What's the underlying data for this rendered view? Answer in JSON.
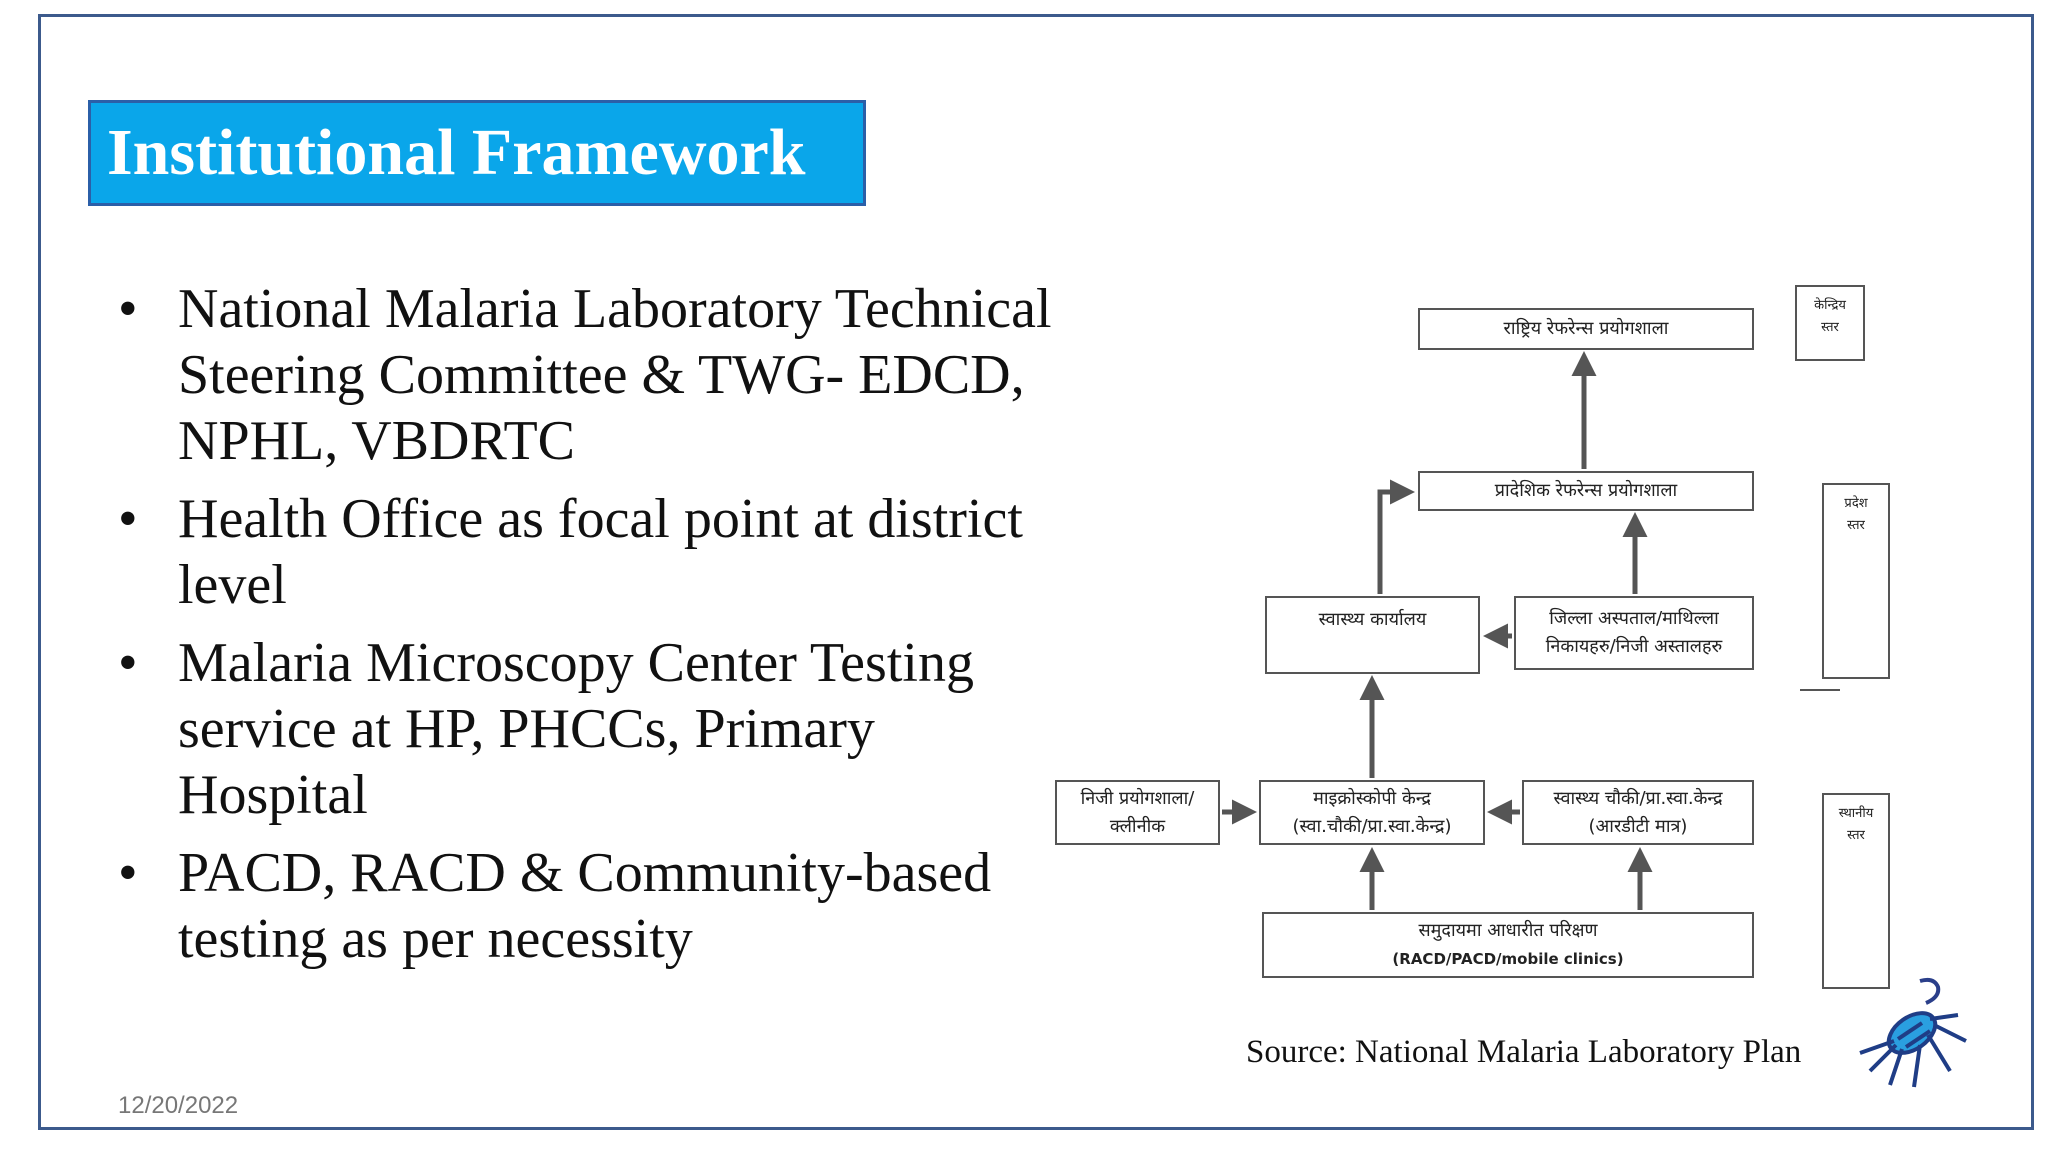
{
  "slide": {
    "title": "Institutional Framework",
    "bullets": [
      "National Malaria Laboratory Technical Steering Committee & TWG- EDCD, NPHL, VBDRTC",
      "Health Office as focal point at district level",
      "Malaria Microscopy Center Testing service at HP, PHCCs, Primary Hospital",
      "PACD, RACD & Community-based testing as per necessity"
    ],
    "bullet_symbol": "•",
    "date": "12/20/2022",
    "source": "Source: National Malaria Laboratory Plan"
  },
  "diagram": {
    "national_ref_lab": "राष्ट्रिय रेफरेन्स प्रयोगशाला",
    "provincial_ref_lab": "प्रादेशिक रेफरेन्स प्रयोगशाला",
    "health_office": "स्वास्थ्य कार्यालय",
    "district_hospital_line1": "जिल्ला अस्पताल/माथिल्ला",
    "district_hospital_line2": "निकायहरु/निजी अस्तालहरु",
    "private_lab_line1": "निजी प्रयोगशाला/",
    "private_lab_line2": "क्लीनीक",
    "microscopy_line1": "माइक्रोस्कोपी केन्द्र",
    "microscopy_line2": "(स्वा.चौकी/प्रा.स्वा.केन्द्र)",
    "health_post_line1": "स्वास्थ्य चौकी/प्रा.स्वा.केन्द्र",
    "health_post_line2": "(आरडीटी मात्र)",
    "community_line1": "समुदायमा आधारीत परिक्षण",
    "community_line2": "(RACD/PACD/mobile clinics)",
    "level_central_line1": "केन्द्रिय",
    "level_central_line2": "स्तर",
    "level_province_line1": "प्रदेश",
    "level_province_line2": "स्तर",
    "level_local_line1": "स्थानीय",
    "level_local_line2": "स्तर"
  },
  "colors": {
    "title_bg": "#0aa6ea",
    "title_border": "#2b5fa8",
    "frame": "#3c5a8c",
    "arrow": "#555555"
  },
  "icons": {
    "mosquito": "mosquito-icon"
  }
}
